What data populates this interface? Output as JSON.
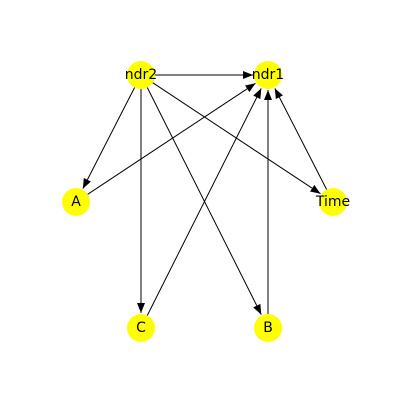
{
  "graph": {
    "nodes": [
      {
        "id": "ndr2",
        "label": "ndr2"
      },
      {
        "id": "ndr1",
        "label": "ndr1"
      },
      {
        "id": "A",
        "label": "A"
      },
      {
        "id": "Time",
        "label": "Time"
      },
      {
        "id": "C",
        "label": "C"
      },
      {
        "id": "B",
        "label": "B"
      }
    ],
    "edges": [
      {
        "from": "ndr2",
        "to": "ndr1"
      },
      {
        "from": "ndr2",
        "to": "A"
      },
      {
        "from": "ndr2",
        "to": "C"
      },
      {
        "from": "ndr2",
        "to": "B"
      },
      {
        "from": "ndr2",
        "to": "Time"
      },
      {
        "from": "A",
        "to": "ndr1"
      },
      {
        "from": "C",
        "to": "ndr1"
      },
      {
        "from": "B",
        "to": "ndr1"
      },
      {
        "from": "Time",
        "to": "ndr1"
      }
    ],
    "colors": {
      "node_fill": "#ffff00",
      "edge": "#000000",
      "label": "#000000"
    }
  }
}
